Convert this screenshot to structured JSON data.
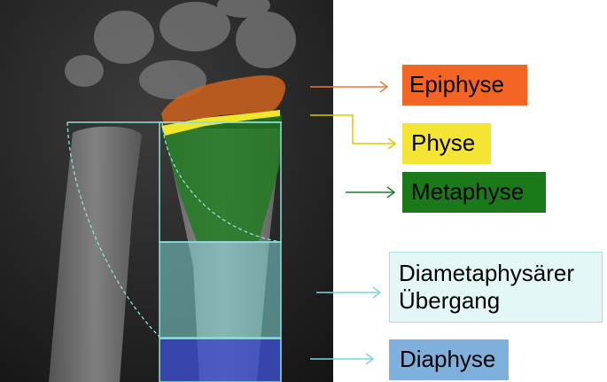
{
  "labels": {
    "epiphyse": "Epiphyse",
    "physe": "Physe",
    "metaphyse": "Metaphyse",
    "diametaphysaer_line1": "Diametaphysärer",
    "diametaphysaer_line2": "Übergang",
    "diaphyse": "Diaphyse"
  },
  "colors": {
    "epiphyse": "#f26522",
    "physe": "#f4e534",
    "metaphyse": "#1a7a1a",
    "diametaphysaer": "#e4f7f7",
    "diaphyse": "#7fb0dc",
    "arrow_epiphyse": "#e8793a",
    "arrow_physe": "#e0c700",
    "arrow_metaphyse": "#1e7a2a",
    "arrow_cyan": "#7fd6d8",
    "overlay_epiphyse": "#c8601e",
    "overlay_physe": "#f0e62a",
    "overlay_metaphyse": "#1f7a1f",
    "overlay_diametaphysaer": "#7fd8d6",
    "overlay_diaphyse": "#3f4fd0",
    "outline": "#8fe0dc"
  }
}
